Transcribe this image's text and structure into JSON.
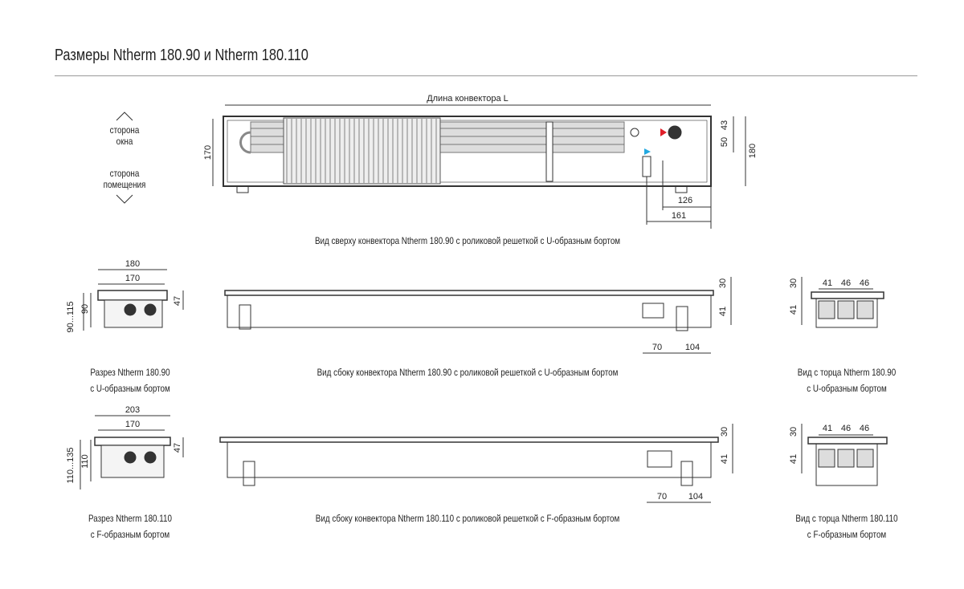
{
  "title": "Размеры Ntherm 180.90 и Ntherm 180.110",
  "top_view": {
    "length_label": "Длина конвектора L",
    "dims": {
      "height_left": "170",
      "d43": "43",
      "d50": "50",
      "d180": "180",
      "d126": "126",
      "d161": "161"
    },
    "window_side": [
      "сторона",
      "окна"
    ],
    "room_side": [
      "сторона",
      "помещения"
    ],
    "caption": "Вид сверху конвектора Ntherm 180.90 с роликовой решеткой с U-образным бортом"
  },
  "row_90": {
    "section": {
      "dims": {
        "outer": "180",
        "inner": "170",
        "range": "90...115",
        "depth": "90",
        "d47": "47"
      },
      "caption": [
        "Разрез Ntherm 180.90",
        "с U-образным бортом"
      ]
    },
    "side": {
      "dims": {
        "d30": "30",
        "d41": "41",
        "d70": "70",
        "d104": "104"
      },
      "caption": "Вид сбоку конвектора Ntherm 180.90 с роликовой решеткой с U-образным бортом"
    },
    "end": {
      "dims": {
        "d30": "30",
        "d41": "41",
        "a": "41",
        "b": "46",
        "c": "46"
      },
      "caption": [
        "Вид с торца Ntherm 180.90",
        "с U-образным бортом"
      ]
    }
  },
  "row_110": {
    "section": {
      "dims": {
        "outer": "203",
        "inner": "170",
        "range": "110...135",
        "depth": "110",
        "d47": "47"
      },
      "caption": [
        "Разрез Ntherm 180.110",
        "с F-образным бортом"
      ]
    },
    "side": {
      "dims": {
        "d30": "30",
        "d41": "41",
        "d70": "70",
        "d104": "104"
      },
      "caption": "Вид сбоку конвектора Ntherm 180.110 с роликовой решеткой с F-образным бортом"
    },
    "end": {
      "dims": {
        "d30": "30",
        "d41": "41",
        "a": "41",
        "b": "46",
        "c": "46"
      },
      "caption": [
        "Вид с торца Ntherm 180.110",
        "с F-образным бортом"
      ]
    }
  },
  "colors": {
    "hot": "#e0202a",
    "cold": "#22a8e0"
  }
}
